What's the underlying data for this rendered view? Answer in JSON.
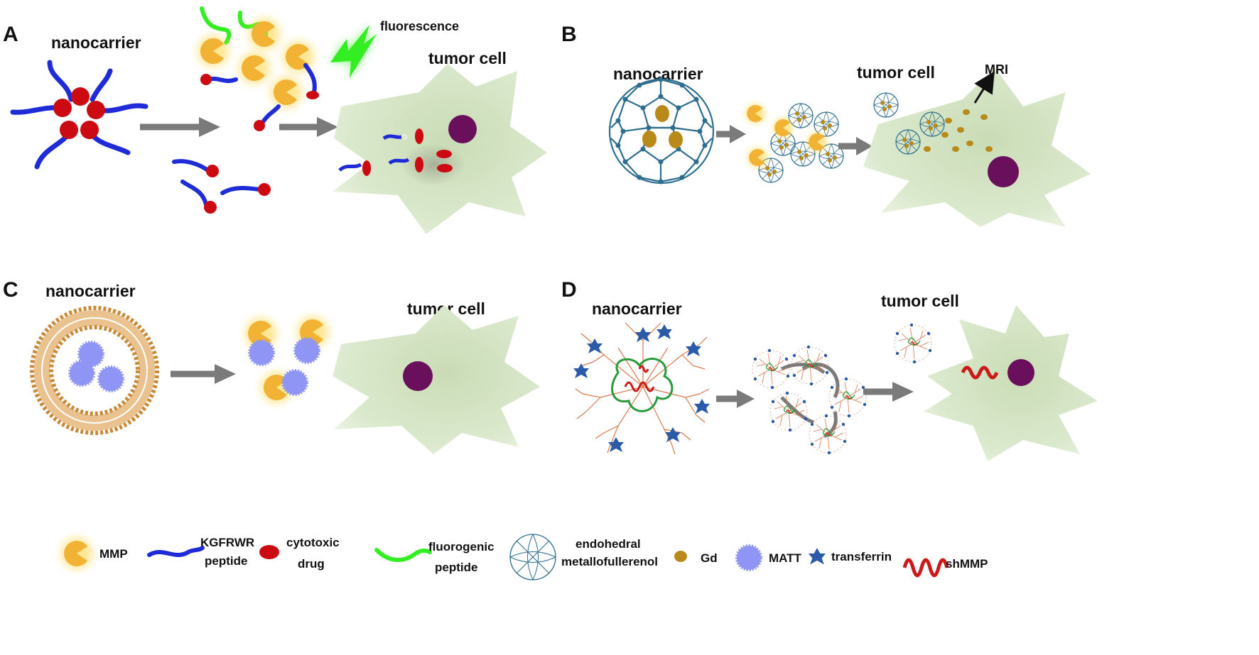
{
  "panels": {
    "a": {
      "letter": "A",
      "nanocarrier": "nanocarrier",
      "tumor": "tumor cell",
      "fluorescence": "fluorescence"
    },
    "b": {
      "letter": "B",
      "nanocarrier": "nanocarrier",
      "tumor": "tumor cell",
      "mri": "MRI"
    },
    "c": {
      "letter": "C",
      "nanocarrier": "nanocarrier",
      "tumor": "tumor cell"
    },
    "d": {
      "letter": "D",
      "nanocarrier": "nanocarrier",
      "tumor": "tumor cell"
    }
  },
  "legend": {
    "mmp": "MMP",
    "kgfrwr_1": "KGFRWR",
    "kgfrwr_2": "peptide",
    "drug_1": "cytotoxic",
    "drug_2": "drug",
    "fluoro_1": "fluorogenic",
    "fluoro_2": "peptide",
    "fullerenol_1": "endohedral",
    "fullerenol_2": "metallofullerenol",
    "gd": "Gd",
    "matt": "MATT",
    "transferrin": "transferrin",
    "shmmp": "shMMP"
  },
  "colors": {
    "cell": "#d6e6c6",
    "nucleus": "#6a0f5c",
    "peptide": "#1f2bd6",
    "drug": "#cc0a12",
    "fluorogenic": "#33ee22",
    "mmp": "#f2b233",
    "fullerene": "#2d6d8e",
    "gd": "#b88a1a",
    "matt": "#8f95f5",
    "transferrin": "#2a5aa8",
    "shmmp": "#cc1a1a",
    "membrane": "#c98a3a",
    "dendrimer": "#d77a50",
    "arrow": "#7a7a7a"
  }
}
